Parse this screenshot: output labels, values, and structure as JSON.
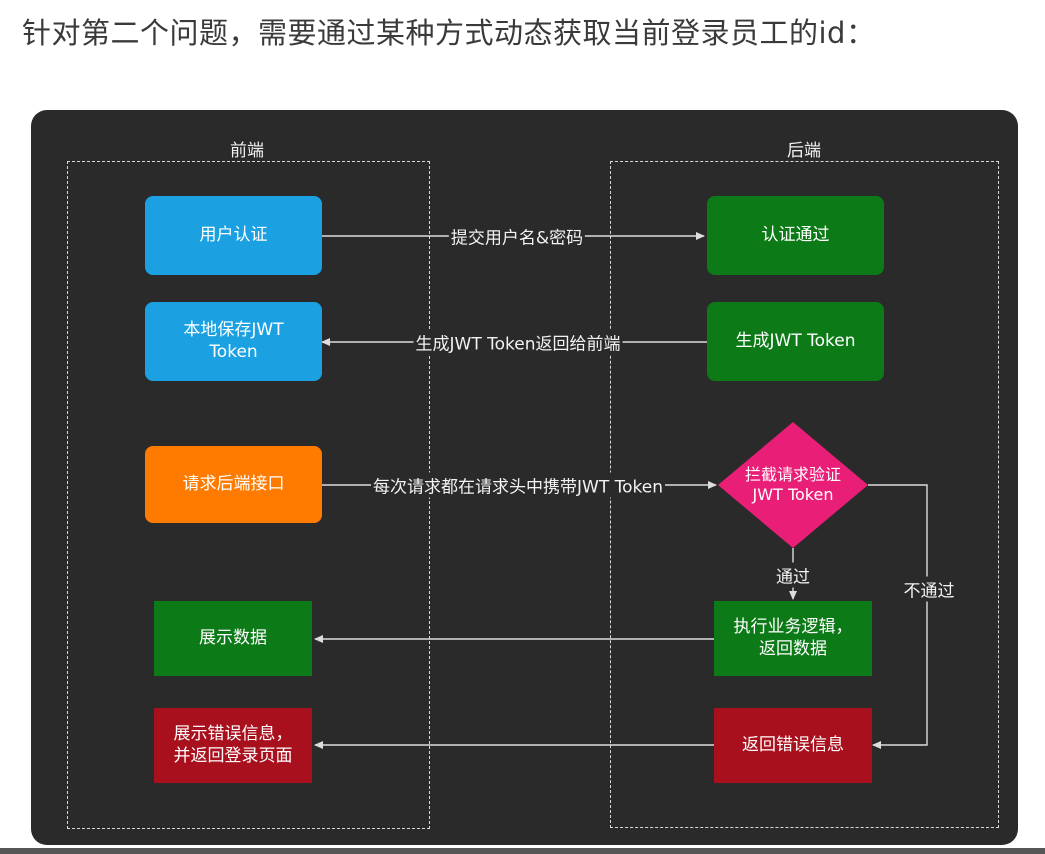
{
  "heading": "针对第二个问题，需要通过某种方式动态获取当前登录员工的id：",
  "regions": {
    "frontend": "前端",
    "backend": "后端"
  },
  "nodes": {
    "user_auth": "用户认证",
    "save_jwt": "本地保存JWT\nToken",
    "request_api": "请求后端接口",
    "show_data": "展示数据",
    "show_error": "展示错误信息，\n并返回登录页面",
    "auth_pass": "认证通过",
    "gen_jwt": "生成JWT Token",
    "intercept": "拦截请求验证\nJWT Token",
    "exec_logic": "执行业务逻辑，\n返回数据",
    "return_error": "返回错误信息"
  },
  "edges": {
    "submit": "提交用户名&密码",
    "return_token": "生成JWT Token返回给前端",
    "carry_token": "每次请求都在请求头中携带JWT Token",
    "pass": "通过",
    "fail": "不通过"
  },
  "colors": {
    "blue": "#1ba1e2",
    "green": "#0d7a18",
    "orange": "#ff7b00",
    "pink": "#e91e77",
    "red": "#a8101d",
    "canvas": "#2a2a2a",
    "edge": "#dddddd"
  }
}
